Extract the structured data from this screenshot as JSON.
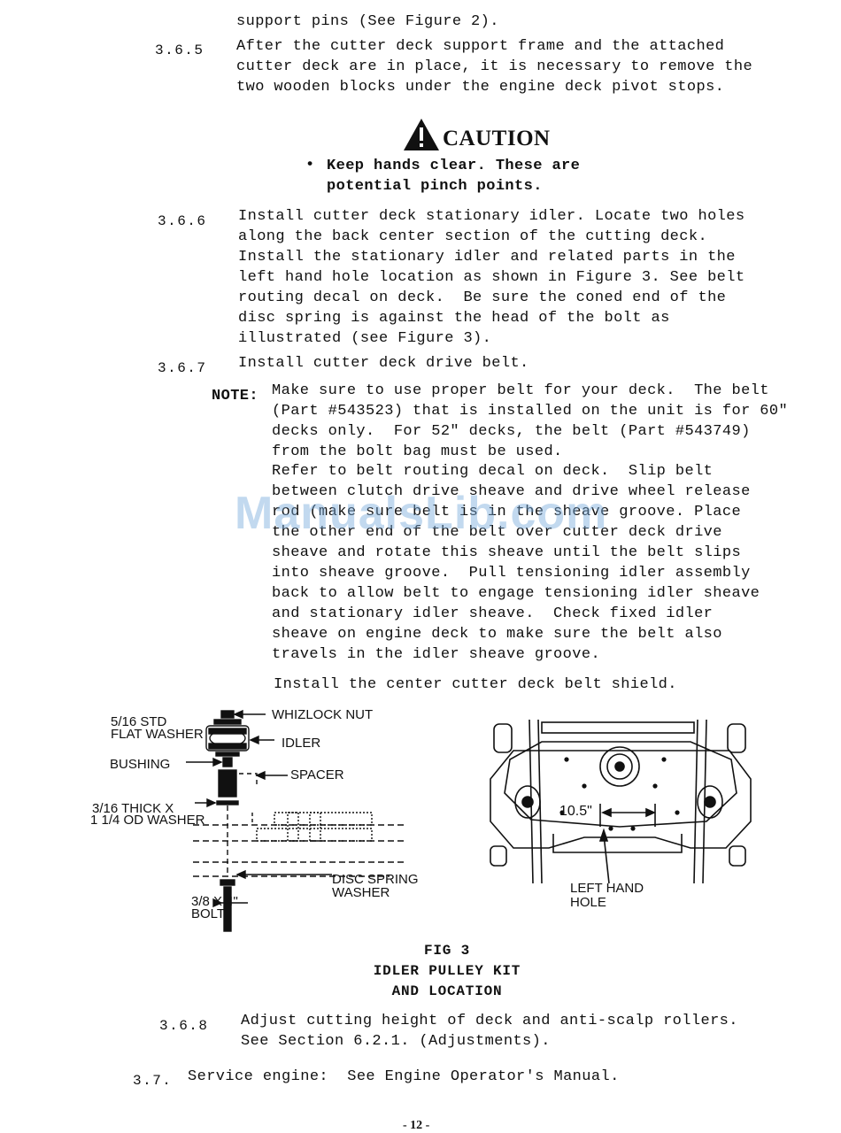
{
  "document": {
    "intro_line": "support pins (See Figure 2).",
    "steps": [
      {
        "number": "3.6.5",
        "lines": [
          "After the cutter deck support frame and the attached",
          "cutter deck are in place, it is necessary to remove the",
          "two wooden blocks under the engine deck pivot stops."
        ]
      },
      {
        "number": "3.6.6",
        "lines": [
          "Install cutter deck stationary idler. Locate two holes",
          "along the back center section of the cutting deck.",
          "Install the stationary idler and related parts in the",
          "left hand hole location as shown in Figure 3. See belt",
          "routing decal on deck.  Be sure the coned end of the",
          "disc spring is against the head of the bolt as",
          "illustrated (see Figure 3)."
        ]
      },
      {
        "number": "3.6.7",
        "lines": [
          "Install cutter deck drive belt."
        ]
      },
      {
        "number": "3.6.8",
        "lines": [
          "Adjust cutting height of deck and anti-scalp rollers.",
          "See Section 6.2.1. (Adjustments)."
        ]
      },
      {
        "number": "3.7.",
        "lines": [
          "Service engine:  See Engine Operator's Manual."
        ]
      }
    ],
    "caution": {
      "heading": "CAUTION",
      "bullet_lines": [
        "Keep hands clear. These are",
        "potential pinch points."
      ]
    },
    "note": {
      "label": "NOTE:",
      "lines": [
        "Make sure to use proper belt for your deck.  The belt",
        "(Part #543523) that is installed on the unit is for 60\"",
        "decks only.  For 52\" decks, the belt (Part #543749)",
        "from the bolt bag must be used.",
        "Refer to belt routing decal on deck.  Slip belt",
        "between clutch drive sheave and drive wheel release",
        "rod (make sure belt is in the sheave groove. Place",
        "the other end of the belt over cutter deck drive",
        "sheave and rotate this sheave until the belt slips",
        "into sheave groove.  Pull tensioning idler assembly",
        "back to allow belt to engage tensioning idler sheave",
        "and stationary idler sheave.  Check fixed idler",
        "sheave on engine deck to make sure the belt also",
        "travels in the idler sheave groove."
      ],
      "final_line": "Install the center cutter deck belt shield."
    },
    "figure": {
      "left_labels": {
        "flat_washer": [
          "5/16 STD",
          "FLAT WASHER"
        ],
        "whizlock_nut": "WHIZLOCK NUT",
        "idler": "IDLER",
        "bushing": "BUSHING",
        "spacer": "SPACER",
        "washer": [
          "3/16 THICK X",
          "1 1/4 OD WASHER"
        ],
        "disc_spring": [
          "DISC SPRING",
          "WASHER"
        ],
        "bolt": [
          "3/8 X 4\"",
          "BOLT"
        ]
      },
      "right_labels": {
        "dimension": "10.5\"",
        "hole": [
          "LEFT HAND",
          "HOLE"
        ]
      },
      "caption_lines": [
        "FIG 3",
        "IDLER PULLEY KIT",
        "AND LOCATION"
      ]
    },
    "page_number": "- 12 -",
    "watermark": "ManualsLib.com"
  }
}
